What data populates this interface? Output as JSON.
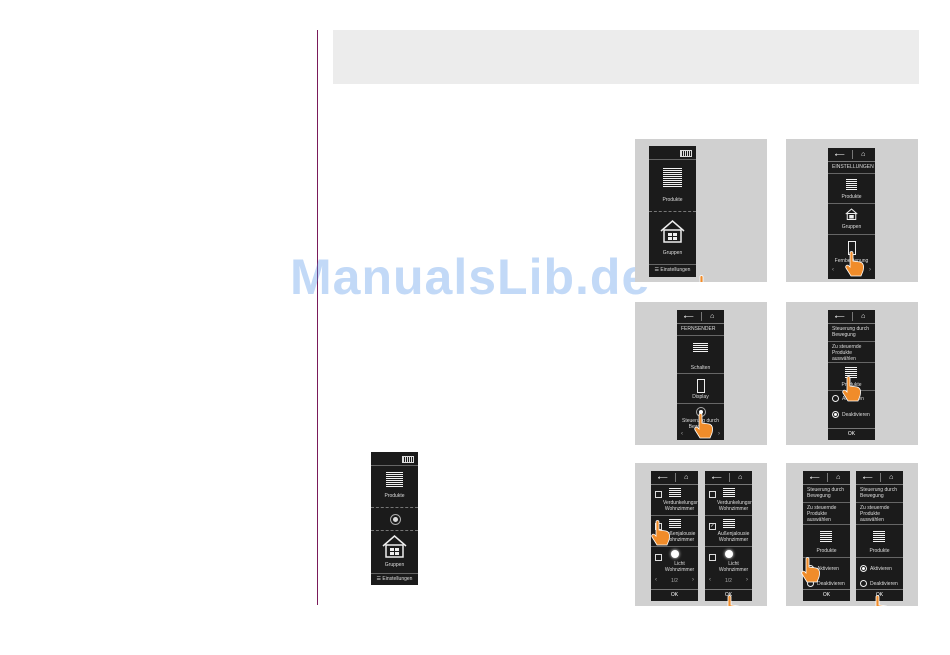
{
  "watermark": "ManualsLib.de",
  "screens": {
    "home": {
      "produkte": "Produkte",
      "gruppen": "Gruppen",
      "einstellungen": "Einstellungen"
    },
    "einstellungen": {
      "title": "EINSTELLUNGEN",
      "produkte": "Produkte",
      "gruppen": "Gruppen",
      "fernbedienung": "Fernbedienung"
    },
    "fernsender": {
      "title": "FERNSENDER",
      "schalten": "Schalten",
      "display": "Display",
      "steuerung": "Steuerung durch Bewegung"
    },
    "bewegung": {
      "title": "Steuerung durch Bewegung",
      "zu_steuernde": "Zu steuernde Produkte auswählen",
      "produkte": "Produkte",
      "aktivieren": "Aktivieren",
      "deaktivieren": "Deaktivieren",
      "ok": "OK"
    },
    "auswahl": {
      "items": [
        {
          "name": "Verdunkelungsrolladen Wohnzimmer"
        },
        {
          "name": "Außenjalousie Wohnzimmer"
        },
        {
          "name": "Licht Wohnzimmer"
        }
      ],
      "page": "1/2",
      "ok": "OK",
      "check_mark": "✓"
    }
  },
  "icons": {
    "back": "arrow-back-icon",
    "home": "home-icon",
    "hand": "pointing-hand-icon",
    "prev": "‹",
    "next": "›"
  }
}
